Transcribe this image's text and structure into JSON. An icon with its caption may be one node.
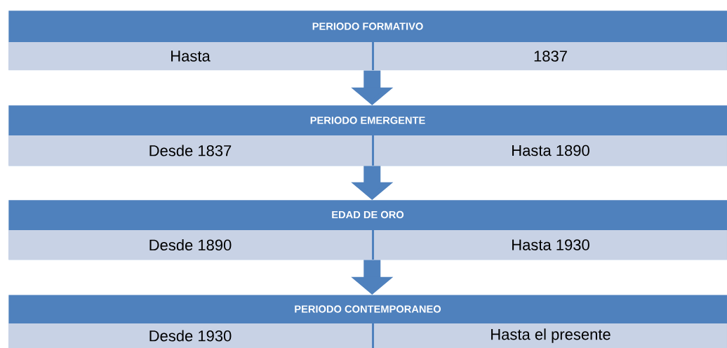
{
  "diagram": {
    "nodes": [
      {
        "text": [
          "PERIODO FORMATIVO"
        ]
      },
      {
        "text": [
          "Hasta"
        ],
        "in": 0
      },
      {
        "text": [
          "1837"
        ],
        "in": 0
      },
      {
        "text": [
          "PERIODO EMERGENTE"
        ]
      },
      {
        "text": [
          "Desde 1837"
        ],
        "in": 3
      },
      {
        "text": [
          "Hasta 1890"
        ],
        "in": 3
      },
      {
        "text": [
          "EDAD DE ORO"
        ]
      },
      {
        "text": [
          "Desde 1890"
        ],
        "in": 6
      },
      {
        "text": [
          "Hasta 1930"
        ],
        "in": 6
      },
      {
        "text": [
          "PERIODO CONTEMPORANEO"
        ]
      },
      {
        "text": [
          "Desde 1930"
        ],
        "in": 9
      },
      {
        "text": [
          "Hasta el presente"
        ],
        "in": 9
      }
    ],
    "edges": [
      {
        "from": 0,
        "to": 3,
        "arrow": "to"
      },
      {
        "from": 3,
        "to": 6,
        "arrow": "to"
      },
      {
        "from": 6,
        "to": 9,
        "arrow": "to"
      }
    ]
  }
}
